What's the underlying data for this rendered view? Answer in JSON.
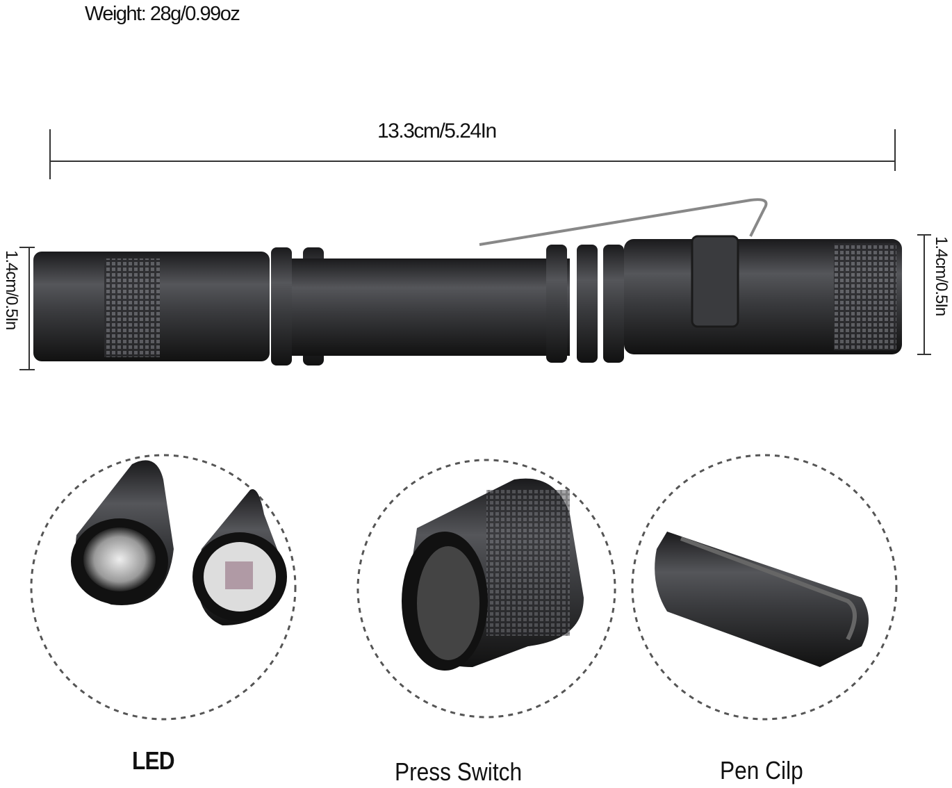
{
  "specs": {
    "weight": "Weight: 28g/0.99oz",
    "length": "13.3cm/5.24In",
    "diameter_left": "1.4cm/0.5In",
    "diameter_right": "1.4cm/0.5In"
  },
  "features": [
    {
      "label": "LED"
    },
    {
      "label": "Press Switch"
    },
    {
      "label": "Pen Cilp"
    }
  ],
  "colors": {
    "body": "#2a2a2c",
    "line": "#333333",
    "background": "#ffffff"
  }
}
